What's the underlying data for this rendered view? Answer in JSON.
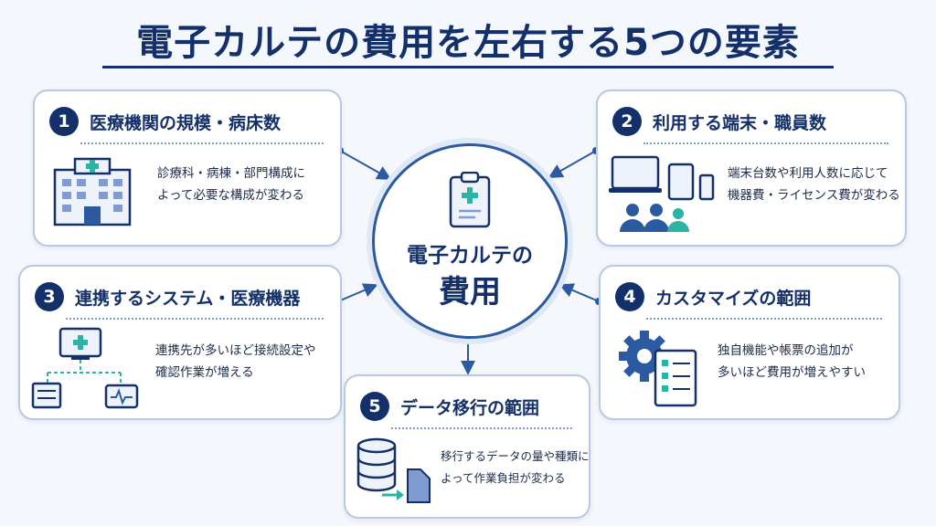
{
  "title": "電子カルテの費用を左右する5つの要素",
  "center": {
    "line1": "電子カルテの",
    "line2": "費用"
  },
  "factors": [
    {
      "number": "1",
      "title": "医療機関の規模・病床数",
      "desc": [
        "診療科・病棟・部門構成に",
        "よって必要な構成が変わる"
      ],
      "icon": "hospital-icon"
    },
    {
      "number": "2",
      "title": "利用する端末・職員数",
      "desc": [
        "端末台数や利用人数に応じて",
        "機器費・ライセンス費が変わる"
      ],
      "icon": "devices-users-icon"
    },
    {
      "number": "3",
      "title": "連携するシステム・医療機器",
      "desc": [
        "連携先が多いほど接続設定や",
        "確認作業が増える"
      ],
      "icon": "system-link-icon"
    },
    {
      "number": "4",
      "title": "カスタマイズの範囲",
      "desc": [
        "独自機能や帳票の追加が",
        "多いほど費用が増えやすい"
      ],
      "icon": "gear-document-icon"
    },
    {
      "number": "5",
      "title": "データ移行の範囲",
      "desc": [
        "移行するデータの量や種類に",
        "よって作業負担が変わる"
      ],
      "icon": "database-migration-icon"
    }
  ],
  "colors": {
    "navy": "#14306a",
    "accent": "#2c5aa0",
    "teal": "#2bb3a3",
    "border": "#b8c9e4"
  }
}
